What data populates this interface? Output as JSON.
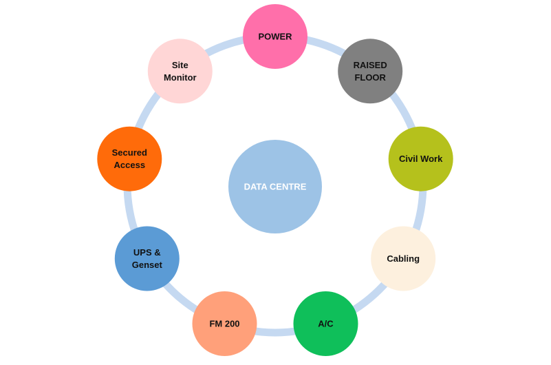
{
  "diagram": {
    "center": {
      "label": "DATA CENTRE",
      "color": "#9DC3E6"
    },
    "ring_color": "#C5D9F1",
    "nodes": [
      {
        "id": "power",
        "lines": [
          "POWER"
        ],
        "color": "#FF6FAA",
        "text_color": "#111111"
      },
      {
        "id": "raised-floor",
        "lines": [
          "RAISED",
          "FLOOR"
        ],
        "color": "#808080",
        "text_color": "#111111"
      },
      {
        "id": "civil-work",
        "lines": [
          "Civil Work"
        ],
        "color": "#B5C11C",
        "text_color": "#111111"
      },
      {
        "id": "cabling",
        "lines": [
          "Cabling"
        ],
        "color": "#FDF0DE",
        "text_color": "#111111"
      },
      {
        "id": "ac",
        "lines": [
          "A/C"
        ],
        "color": "#0FBF5A",
        "text_color": "#111111"
      },
      {
        "id": "fm-200",
        "lines": [
          "FM 200"
        ],
        "color": "#FFA07A",
        "text_color": "#111111"
      },
      {
        "id": "ups-genset",
        "lines": [
          "UPS &",
          "Genset"
        ],
        "color": "#5B9BD5",
        "text_color": "#111111"
      },
      {
        "id": "secured-access",
        "lines": [
          "Secured",
          "Access"
        ],
        "color": "#FF6B0A",
        "text_color": "#111111"
      },
      {
        "id": "site-monitor",
        "lines": [
          "Site",
          "Monitor"
        ],
        "color": "#FFD6D6",
        "text_color": "#111111"
      }
    ]
  }
}
